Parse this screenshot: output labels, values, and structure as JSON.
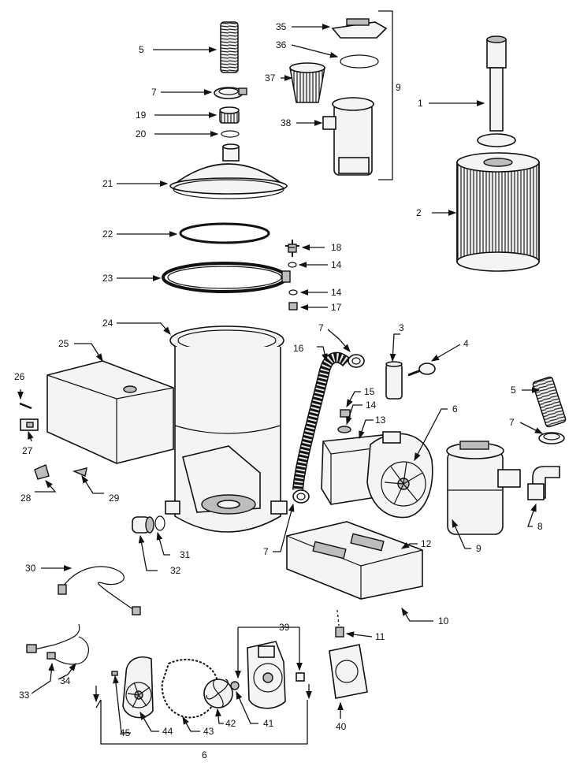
{
  "callouts": {
    "c1": "1",
    "c2": "2",
    "c3": "3",
    "c4": "4",
    "c5a": "5",
    "c5b": "5",
    "c6a": "6",
    "c6b": "6",
    "c7a": "7",
    "c7b": "7",
    "c7c": "7",
    "c7d": "7",
    "c8": "8",
    "c9a": "9",
    "c9b": "9",
    "c10": "10",
    "c11": "11",
    "c12": "12",
    "c13": "13",
    "c14a": "14",
    "c14b": "14",
    "c14c": "14",
    "c15": "15",
    "c16": "16",
    "c17": "17",
    "c18": "18",
    "c19": "19",
    "c20": "20",
    "c21": "21",
    "c22": "22",
    "c23": "23",
    "c24": "24",
    "c25": "25",
    "c26": "26",
    "c27": "27",
    "c28": "28",
    "c29": "29",
    "c30": "30",
    "c31": "31",
    "c32": "32",
    "c33": "33",
    "c34": "34",
    "c35": "35",
    "c36": "36",
    "c37": "37",
    "c38": "38",
    "c39": "39",
    "c40": "40",
    "c41": "41",
    "c42": "42",
    "c43": "43",
    "c44": "44",
    "c45": "45"
  }
}
